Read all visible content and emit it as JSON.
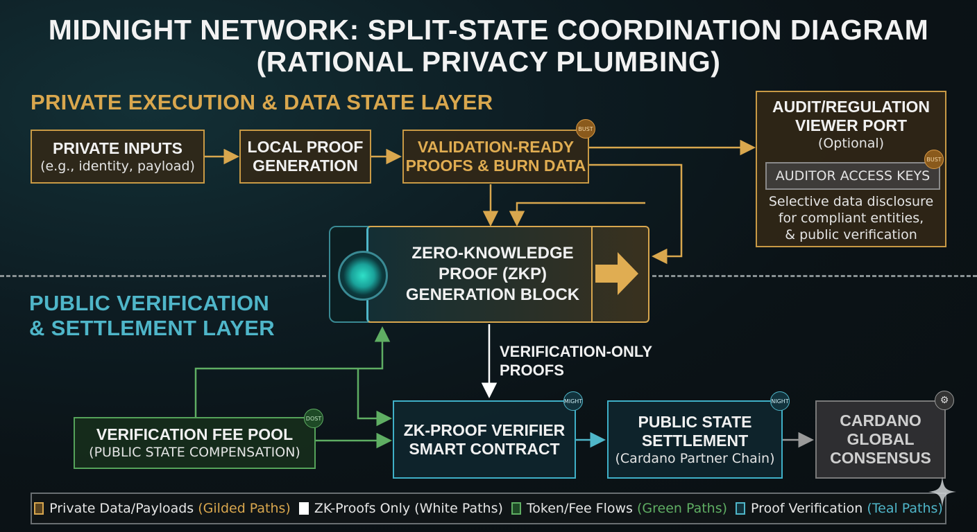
{
  "title": {
    "line1": "MIDNIGHT NETWORK: SPLIT-STATE COORDINATION DIAGRAM",
    "line2": "(RATIONAL PRIVACY PLUMBING)"
  },
  "layers": {
    "private": "PRIVATE EXECUTION & DATA STATE LAYER",
    "public_line1": "PUBLIC VERIFICATION",
    "public_line2": "& SETTLEMENT LAYER"
  },
  "nodes": {
    "private_inputs": {
      "title": "PRIVATE INPUTS",
      "sub": "(e.g., identity, payload)"
    },
    "local_proof": {
      "line1": "LOCAL PROOF",
      "line2": "GENERATION"
    },
    "validation_ready": {
      "line1": "VALIDATION-READY",
      "line2": "PROOFS & BURN DATA",
      "badge": "BUST"
    },
    "audit": {
      "line1": "AUDIT/REGULATION",
      "line2": "VIEWER PORT",
      "optional": "(Optional)",
      "keys": "AUDITOR ACCESS KEYS",
      "keys_badge": "BUST",
      "desc1": "Selective data disclosure",
      "desc2": "for compliant entities,",
      "desc3": "& public verification"
    },
    "zkp_block": {
      "line1": "ZERO-KNOWLEDGE",
      "line2": "PROOF (ZKP)",
      "line3": "GENERATION BLOCK"
    },
    "fee_pool": {
      "title": "VERIFICATION FEE POOL",
      "sub": "(PUBLIC STATE COMPENSATION)",
      "badge": "DOST"
    },
    "verifier": {
      "line1": "ZK-PROOF VERIFIER",
      "line2": "SMART CONTRACT",
      "badge": "MIGHT"
    },
    "settlement": {
      "line1": "PUBLIC STATE",
      "line2": "SETTLEMENT",
      "sub": "(Cardano Partner Chain)",
      "badge": "NIGHT"
    },
    "cardano": {
      "line1": "CARDANO",
      "line2": "GLOBAL",
      "line3": "CONSENSUS",
      "badge": "⚙"
    }
  },
  "edge_labels": {
    "verification_only_1": "VERIFICATION-ONLY",
    "verification_only_2": "PROOFS"
  },
  "legend": [
    {
      "label": "Private Data/Payloads",
      "paren": "(Gilded Paths)",
      "color": "#d9a74e"
    },
    {
      "label": "ZK-Proofs Only",
      "paren": "(White Paths)",
      "color": "#ffffff"
    },
    {
      "label": "Token/Fee Flows",
      "paren": "(Green Paths)",
      "color": "#5fae63"
    },
    {
      "label": "Proof Verification",
      "paren": "(Teal Paths)",
      "color": "#4fb6c9"
    }
  ],
  "colors": {
    "gold": "#d9a74e",
    "teal": "#4fb6c9",
    "green": "#5fae63",
    "white": "#ffffff",
    "grey": "#9a9a9a"
  }
}
